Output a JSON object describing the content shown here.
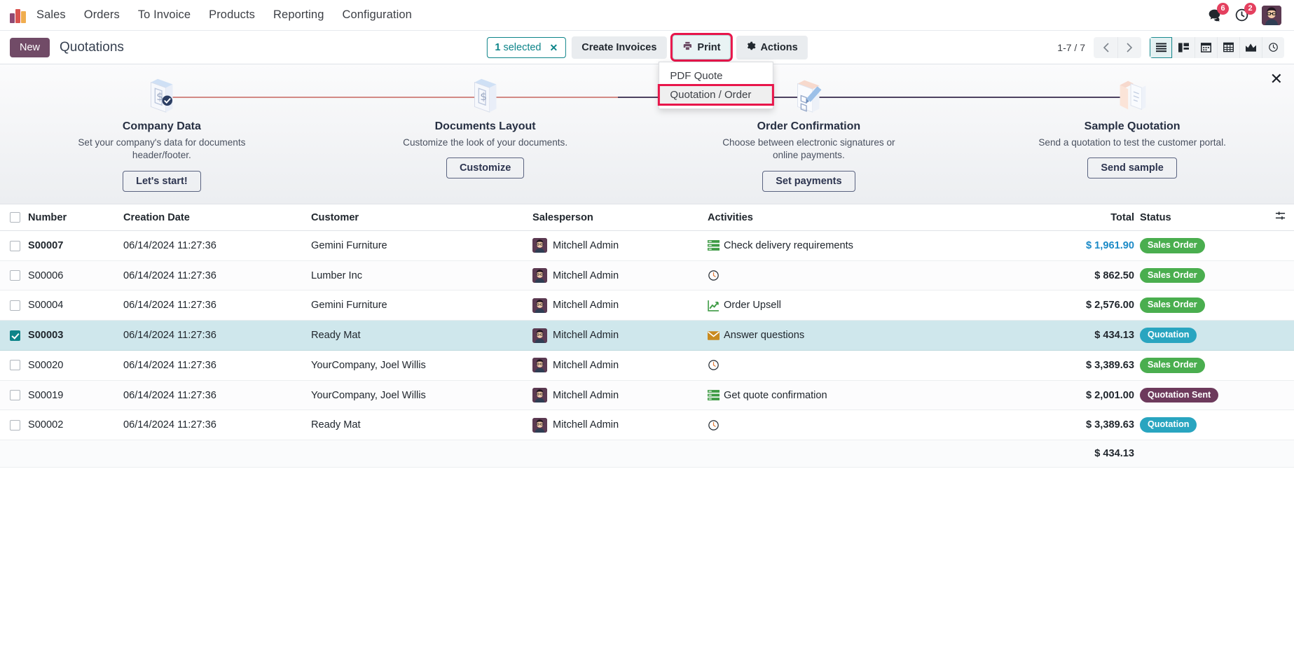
{
  "navbar": {
    "app_name": "Sales",
    "menus": [
      {
        "label": "Orders"
      },
      {
        "label": "To Invoice"
      },
      {
        "label": "Products"
      },
      {
        "label": "Reporting"
      },
      {
        "label": "Configuration"
      }
    ],
    "messages_icon": "chat-bubble-icon",
    "messages_count": "6",
    "activities_icon": "clock-icon",
    "activities_count": "2",
    "avatar_name": "avatar"
  },
  "control_panel": {
    "new_label": "New",
    "breadcrumb": "Quotations",
    "selection_count": "1",
    "selection_label": "selected",
    "selection_clear_icon": "close-icon",
    "create_invoices_label": "Create Invoices",
    "print_label": "Print",
    "print_icon": "printer-icon",
    "actions_label": "Actions",
    "actions_icon": "gear-icon",
    "print_menu": [
      {
        "label": "PDF Quote",
        "highlighted": false
      },
      {
        "label": "Quotation / Order",
        "highlighted": true
      }
    ],
    "pager": "1-7 / 7",
    "prev_icon": "chevron-left-icon",
    "next_icon": "chevron-right-icon",
    "views": [
      {
        "name": "list-view",
        "icon": "list-icon",
        "active": true
      },
      {
        "name": "kanban-view",
        "icon": "kanban-icon",
        "active": false
      },
      {
        "name": "calendar-view",
        "icon": "calendar-icon",
        "active": false
      },
      {
        "name": "pivot-view",
        "icon": "pivot-icon",
        "active": false
      },
      {
        "name": "graph-view",
        "icon": "graph-icon",
        "active": false
      },
      {
        "name": "activity-view",
        "icon": "clock-icon",
        "active": false
      }
    ]
  },
  "onboarding": {
    "close_icon": "close-icon",
    "steps": [
      {
        "title": "Company Data",
        "desc": "Set your company's data for documents header/footer.",
        "button": "Let's start!",
        "icon": "document-dollar-icon"
      },
      {
        "title": "Documents Layout",
        "desc": "Customize the look of your documents.",
        "button": "Customize",
        "icon": "document-dollar-icon"
      },
      {
        "title": "Order Confirmation",
        "desc": "Choose between electronic signatures or online payments.",
        "button": "Set payments",
        "icon": "checklist-pen-icon"
      },
      {
        "title": "Sample Quotation",
        "desc": "Send a quotation to test the customer portal.",
        "button": "Send sample",
        "icon": "open-folder-icon"
      }
    ]
  },
  "table": {
    "columns": {
      "number": "Number",
      "creation_date": "Creation Date",
      "customer": "Customer",
      "salesperson": "Salesperson",
      "activities": "Activities",
      "total": "Total",
      "status": "Status"
    },
    "optional_columns_icon": "sliders-icon",
    "select_all_icon": "checkbox-icon",
    "rows": [
      {
        "number": "S00007",
        "bold": true,
        "date": "06/14/2024 11:27:36",
        "customer": "Gemini Furniture",
        "salesperson": "Mitchell Admin",
        "activity": "Check delivery requirements",
        "activity_icon": "todo-list-icon",
        "total": "$ 1,961.90",
        "total_accent": true,
        "status": "Sales Order",
        "status_class": "b-so",
        "selected": false
      },
      {
        "number": "S00006",
        "bold": false,
        "date": "06/14/2024 11:27:36",
        "customer": "Lumber Inc",
        "salesperson": "Mitchell Admin",
        "activity": "",
        "activity_icon": "clock-icon",
        "total": "$ 862.50",
        "total_accent": false,
        "status": "Sales Order",
        "status_class": "b-so",
        "selected": false
      },
      {
        "number": "S00004",
        "bold": false,
        "date": "06/14/2024 11:27:36",
        "customer": "Gemini Furniture",
        "salesperson": "Mitchell Admin",
        "activity": "Order Upsell",
        "activity_icon": "chart-up-icon",
        "total": "$ 2,576.00",
        "total_accent": false,
        "status": "Sales Order",
        "status_class": "b-so",
        "selected": false
      },
      {
        "number": "S00003",
        "bold": true,
        "date": "06/14/2024 11:27:36",
        "customer": "Ready Mat",
        "salesperson": "Mitchell Admin",
        "activity": "Answer questions",
        "activity_icon": "envelope-icon",
        "total": "$ 434.13",
        "total_accent": false,
        "status": "Quotation",
        "status_class": "b-q",
        "selected": true
      },
      {
        "number": "S00020",
        "bold": false,
        "date": "06/14/2024 11:27:36",
        "customer": "YourCompany, Joel Willis",
        "salesperson": "Mitchell Admin",
        "activity": "",
        "activity_icon": "clock-icon",
        "total": "$ 3,389.63",
        "total_accent": false,
        "status": "Sales Order",
        "status_class": "b-so",
        "selected": false
      },
      {
        "number": "S00019",
        "bold": false,
        "date": "06/14/2024 11:27:36",
        "customer": "YourCompany, Joel Willis",
        "salesperson": "Mitchell Admin",
        "activity": "Get quote confirmation",
        "activity_icon": "todo-list-icon",
        "total": "$ 2,001.00",
        "total_accent": false,
        "status": "Quotation Sent",
        "status_class": "b-qs",
        "selected": false
      },
      {
        "number": "S00002",
        "bold": false,
        "date": "06/14/2024 11:27:36",
        "customer": "Ready Mat",
        "salesperson": "Mitchell Admin",
        "activity": "",
        "activity_icon": "clock-icon",
        "total": "$ 3,389.63",
        "total_accent": false,
        "status": "Quotation",
        "status_class": "b-q",
        "selected": false
      }
    ],
    "footer_total": "$ 434.13"
  },
  "colors": {
    "brand_purple": "#714b67",
    "accent_teal": "#0d8489",
    "selection_bg": "#cfe7ec",
    "highlight_red": "#e8154a",
    "status_sales_order": "#4aae4f",
    "status_quotation": "#29a5c0",
    "status_quotation_sent": "#6d3a5c"
  }
}
